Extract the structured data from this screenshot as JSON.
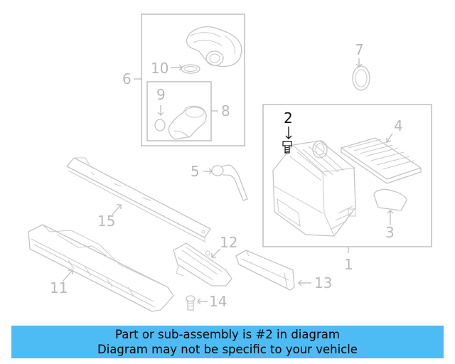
{
  "callouts": {
    "c1": "1",
    "c2": "2",
    "c3": "3",
    "c4": "4",
    "c5": "5",
    "c6": "6",
    "c7": "7",
    "c8": "8",
    "c9": "9",
    "c10": "10",
    "c11": "11",
    "c12": "12",
    "c13": "13",
    "c14": "14",
    "c15": "15"
  },
  "highlight_color": "#4dbcf4",
  "banner": {
    "line1": "Part or sub-assembly is #2 in diagram",
    "line2": "Diagram may not be specific to your vehicle"
  }
}
